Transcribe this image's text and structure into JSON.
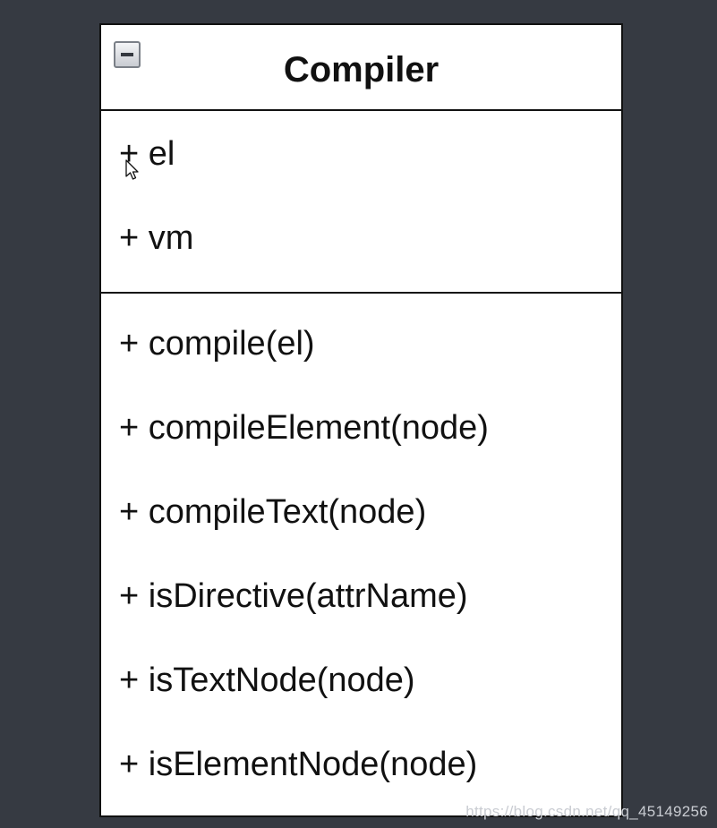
{
  "class_box": {
    "title": "Compiler",
    "collapse_icon": "minus-square-icon",
    "attributes": [
      "+ el",
      "+ vm"
    ],
    "operations": [
      "+ compile(el)",
      "+ compileElement(node)",
      "+ compileText(node)",
      "+ isDirective(attrName)",
      "+ isTextNode(node)",
      "+ isElementNode(node)"
    ]
  },
  "cursor_icon": "mouse-pointer-icon",
  "watermark": "https://blog.csdn.net/qq_45149256",
  "colors": {
    "background": "#363a42",
    "box_fill": "#ffffff",
    "border": "#111111"
  }
}
